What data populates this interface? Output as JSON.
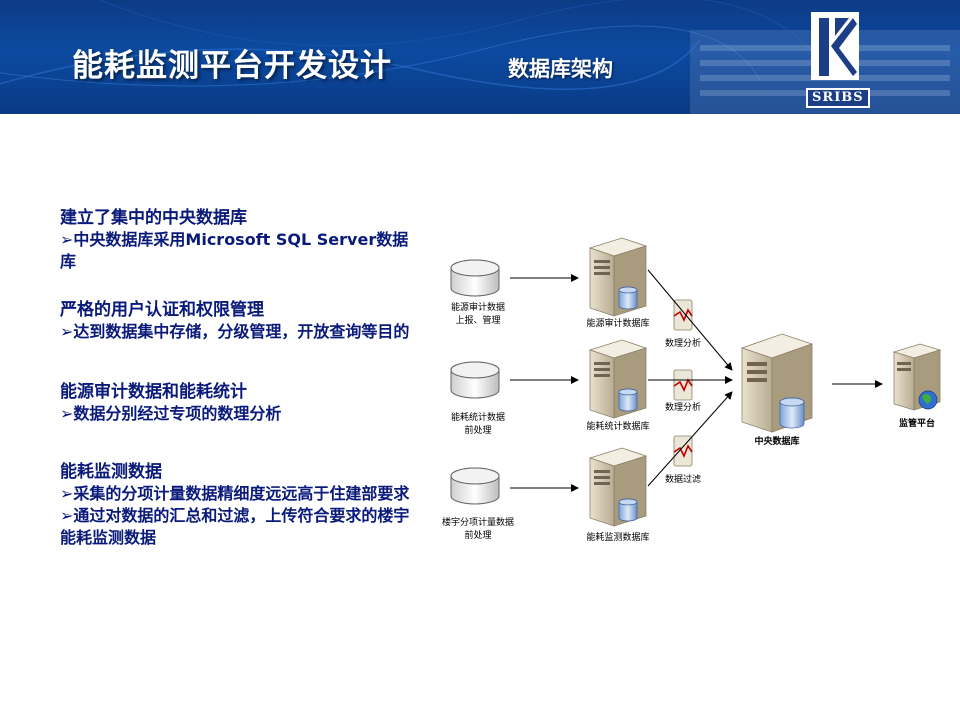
{
  "header": {
    "title": "能耗监测平台开发设计",
    "subtitle": "数据库架构",
    "logo_text": "SRIBS"
  },
  "sections": [
    {
      "title": "建立了集中的中央数据库",
      "items": [
        "➢中央数据库采用Microsoft SQL Server数据库"
      ]
    },
    {
      "title": "严格的用户认证和权限管理",
      "items": [
        "➢达到数据集中存储，分级管理，开放查询等目的"
      ]
    },
    {
      "title": "能源审计数据和能耗统计",
      "items": [
        "➢数据分别经过专项的数理分析"
      ]
    },
    {
      "title": "能耗监测数据",
      "items": [
        "➢采集的分项计量数据精细度远远高于住建部要求",
        "➢通过对数据的汇总和过滤，上传符合要求的楼宇能耗监测数据"
      ]
    }
  ],
  "diagram": {
    "sources": [
      {
        "line1": "能源审计数据",
        "line2": "上报、管理"
      },
      {
        "line1": "能耗统计数据",
        "line2": "前处理"
      },
      {
        "line1": "楼宇分项计量数据",
        "line2": "前处理"
      }
    ],
    "databases": [
      "能源审计数据库",
      "能耗统计数据库",
      "能耗监测数据库"
    ],
    "processes": [
      "数理分析",
      "数理分析",
      "数据过滤"
    ],
    "central": "中央数据库",
    "platform": "监管平台"
  }
}
